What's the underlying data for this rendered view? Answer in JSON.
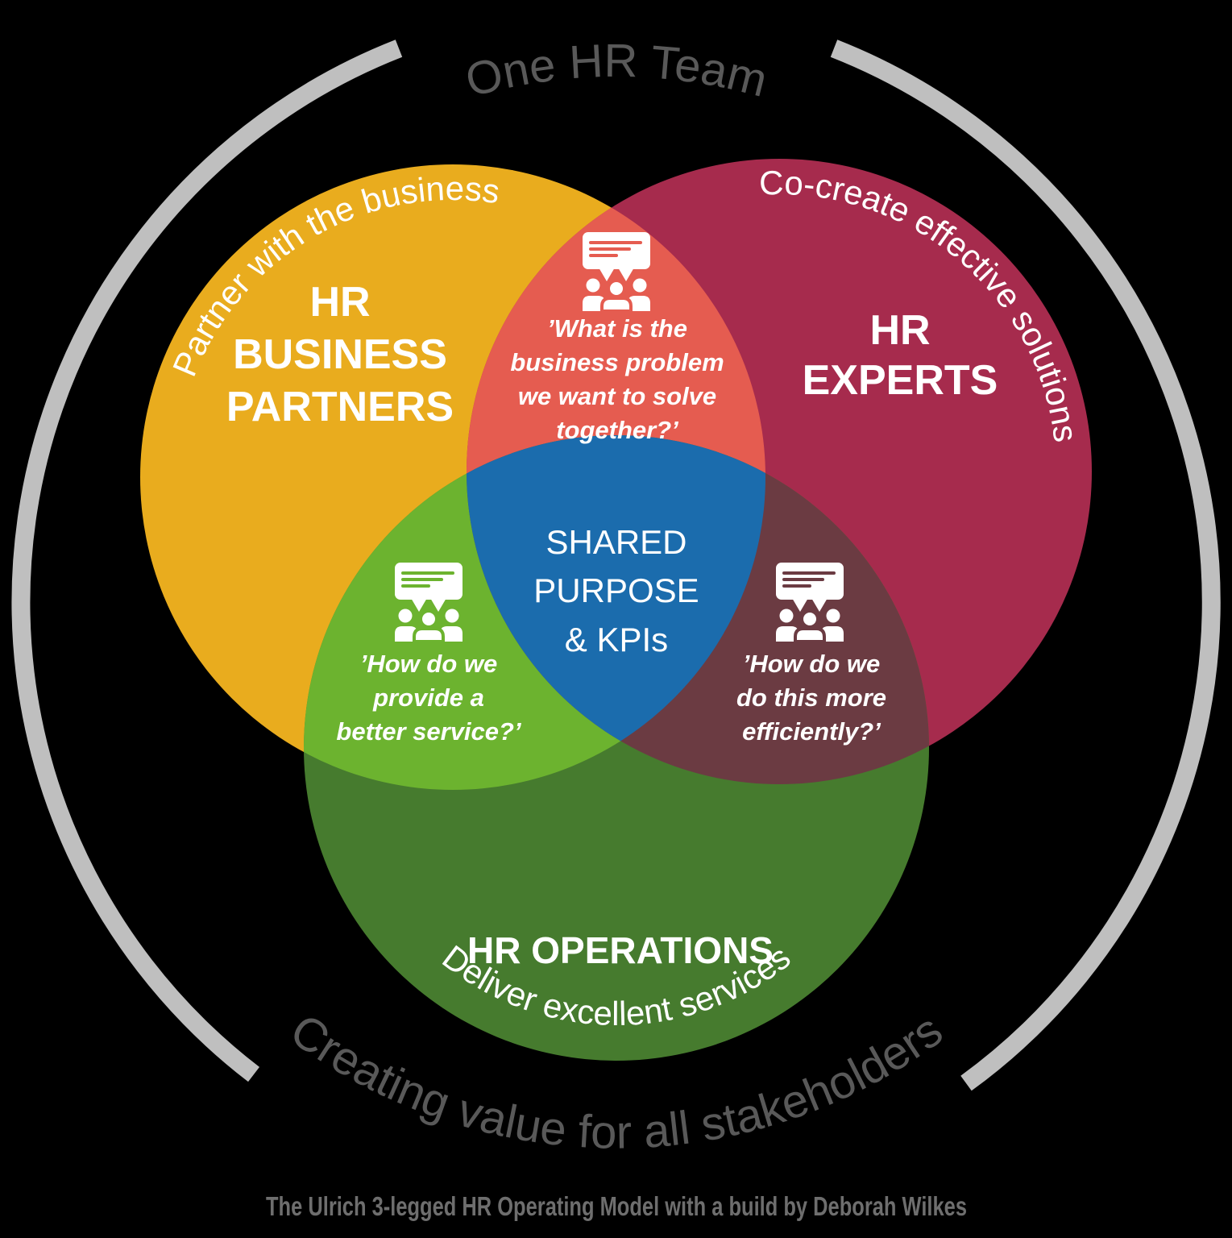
{
  "title_top": "One HR Team",
  "title_bottom": "Creating value for all stakeholders",
  "caption": "The Ulrich 3-legged HR Operating Model with a build by Deborah Wilkes",
  "colors": {
    "arc": "#BFBFBF",
    "ring_text": "#595959",
    "caption_text": "#6E6E6E",
    "white": "#FFFFFF"
  },
  "circles": {
    "business_partners": {
      "label_lines": [
        "HR",
        "BUSINESS",
        "PARTNERS"
      ],
      "tagline": "Partner with the business",
      "color": "#E9AC1E"
    },
    "experts": {
      "label_lines": [
        "HR",
        "EXPERTS"
      ],
      "tagline": "Co-create effective solutions",
      "color": "#A62B4D"
    },
    "operations": {
      "label_lines": [
        "HR OPERATIONS"
      ],
      "tagline": "Deliver excellent services",
      "color": "#467B2E"
    }
  },
  "center": {
    "label_lines": [
      "SHARED",
      "PURPOSE",
      "& KPIs"
    ],
    "color": "#1B6CAD"
  },
  "overlaps": {
    "partners_experts": {
      "color": "#E55C50",
      "icon": "discussion-icon",
      "quote_lines": [
        "’What is the",
        "business problem",
        "we want to solve",
        "together?’"
      ]
    },
    "partners_operations": {
      "color": "#6CB32F",
      "icon": "discussion-icon",
      "quote_lines": [
        "’How do we",
        "provide a",
        "better service?’"
      ]
    },
    "experts_operations": {
      "color": "#6B3B42",
      "icon": "discussion-icon",
      "quote_lines": [
        "’How do we",
        "do this more",
        "efficiently?’"
      ]
    }
  }
}
